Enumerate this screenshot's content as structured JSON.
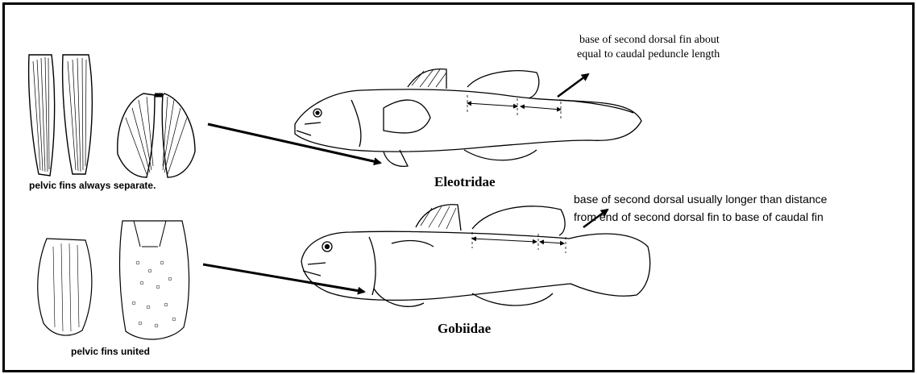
{
  "captions": {
    "pelvic_separate": "pelvic fins always separate.",
    "pelvic_united": "pelvic fins united"
  },
  "families": {
    "eleotridae": "Eleotridae",
    "gobiidae": "Gobiidae"
  },
  "annotations": {
    "eleotridae_note_line1": "base of second dorsal fin about",
    "eleotridae_note_line2": "equal to caudal peduncle length",
    "gobiidae_note_line1": "base of second dorsal usually longer than distance",
    "gobiidae_note_line2": "from end of second dorsal fin to base of caudal fin"
  },
  "colors": {
    "ink": "#000000",
    "border": "#000000",
    "background": "#ffffff"
  }
}
